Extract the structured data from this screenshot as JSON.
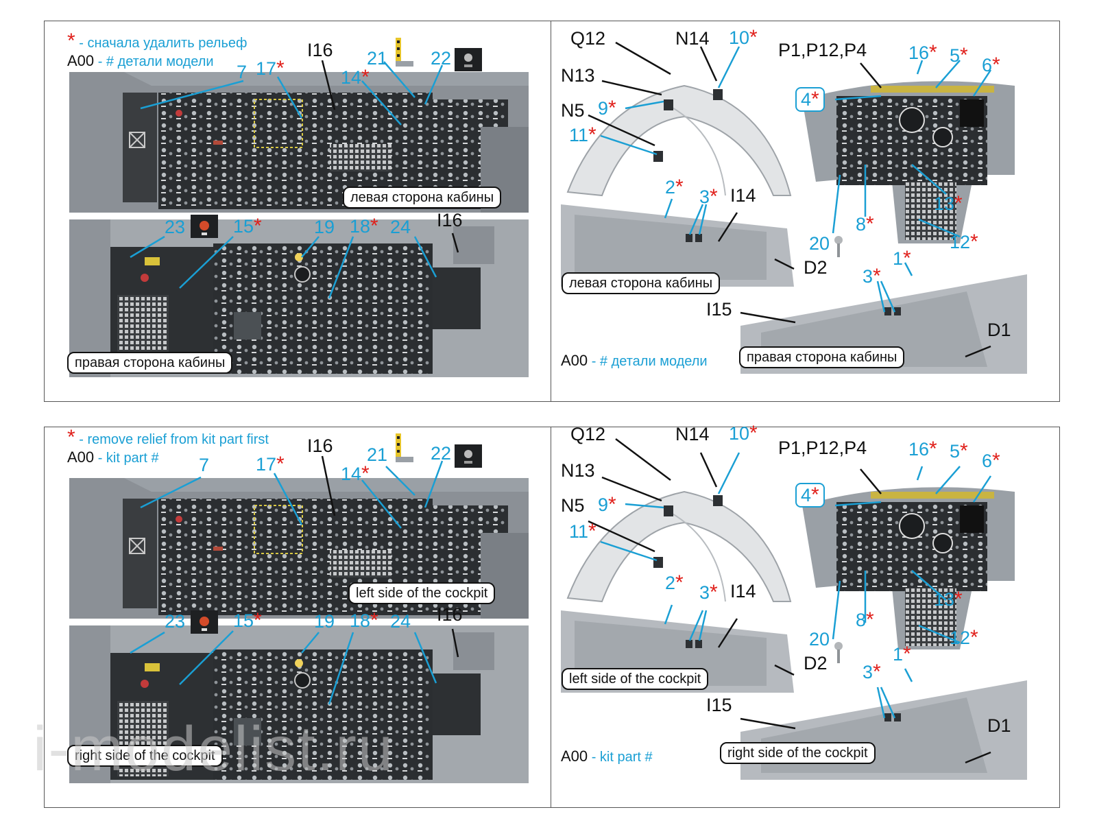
{
  "ru": {
    "legend_ast": "*",
    "legend_line1": " - сначала удалить рельеф",
    "legend_a00": "A00",
    "legend_line2": " - # детали модели",
    "caption_left": "левая сторона кабины",
    "caption_right": "правая сторона кабины",
    "caption_left_r": "левая сторона кабины",
    "caption_right_r": "правая сторона кабины",
    "legend_r_a00": "A00",
    "legend_r_text": " - # детали модели"
  },
  "en": {
    "legend_ast": "*",
    "legend_line1": " - remove relief from kit part first",
    "legend_a00": "A00",
    "legend_line2": " - kit part #",
    "caption_left": "left side of the cockpit",
    "caption_right": "right side of the cockpit",
    "caption_left_r": "left side of the cockpit",
    "caption_right_r": "right side of the cockpit",
    "legend_r_a00": "A00",
    "legend_r_text": " - kit part #"
  },
  "callouts": {
    "n7": "7",
    "n17": "17",
    "I16": "I16",
    "n21": "21",
    "n22": "22",
    "n14": "14",
    "n23": "23",
    "n15": "15",
    "n19": "19",
    "n18": "18",
    "n24": "24",
    "I16b": "I16",
    "Q12": "Q12",
    "N14": "N14",
    "n10": "10",
    "N13": "N13",
    "n9": "9",
    "N5": "N5",
    "n11": "11",
    "P": "P1,P12,P4",
    "n16": "16",
    "n5": "5",
    "n6": "6",
    "n4": "4",
    "n2": "2",
    "n3": "3",
    "I14": "I14",
    "n13": "13",
    "n20": "20",
    "n8": "8",
    "n12": "12",
    "D2": "D2",
    "n1": "1",
    "n3b": "3",
    "I15": "I15",
    "D1": "D1",
    "ast": "*"
  },
  "watermark": "i-modelist.ru",
  "colors": {
    "callout_blue": "#1a9fd4",
    "asterisk_red": "#e0201b",
    "panel_grey": "#9ea3a8"
  }
}
